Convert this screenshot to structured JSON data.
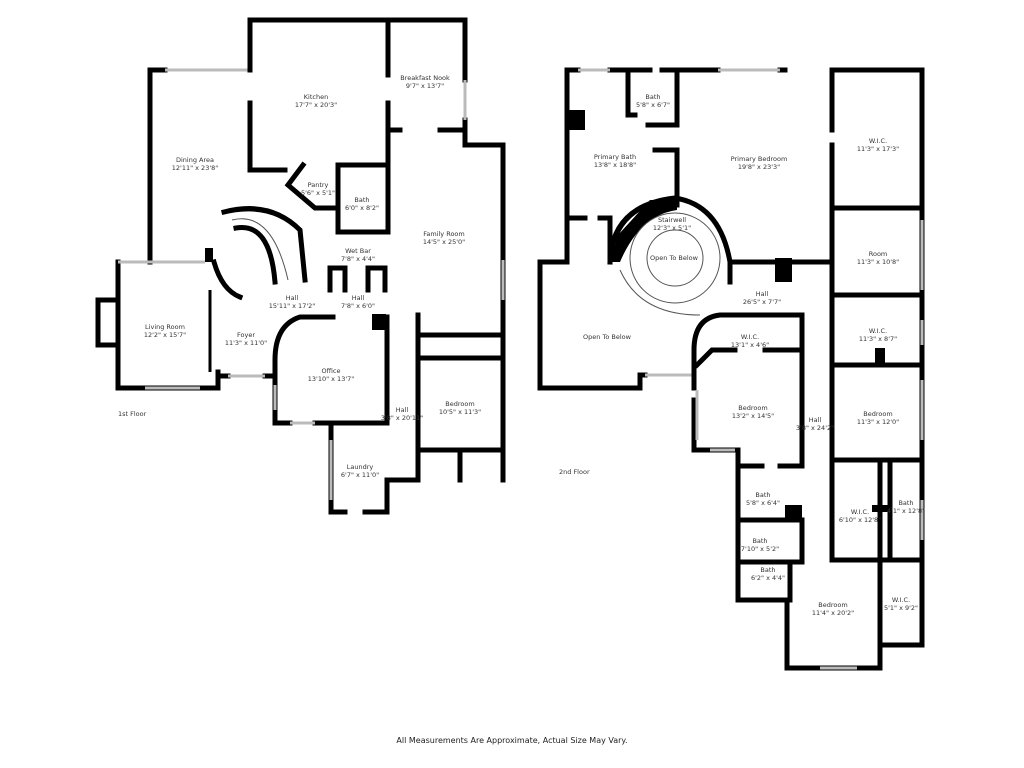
{
  "floors": [
    {
      "label": "1st Floor",
      "rooms": [
        {
          "name": "Kitchen",
          "size": "17'7\" x 20'3\""
        },
        {
          "name": "Breakfast Nook",
          "size": "9'7\" x 13'7\""
        },
        {
          "name": "Dining Area",
          "size": "12'11\" x 23'8\""
        },
        {
          "name": "Pantry",
          "size": "5'6\" x 5'1\""
        },
        {
          "name": "Bath",
          "size": "6'0\" x 8'2\""
        },
        {
          "name": "Family Room",
          "size": "14'5\" x 25'0\""
        },
        {
          "name": "Wet Bar",
          "size": "7'8\" x 4'4\""
        },
        {
          "name": "Hall",
          "size": "15'11\" x 17'2\""
        },
        {
          "name": "Hall",
          "size": "7'8\" x 6'0\""
        },
        {
          "name": "Living Room",
          "size": "12'2\" x 15'7\""
        },
        {
          "name": "Foyer",
          "size": "11'3\" x 11'0\""
        },
        {
          "name": "Office",
          "size": "13'10\" x 13'7\""
        },
        {
          "name": "Hall",
          "size": "3'8\" x 20'11\""
        },
        {
          "name": "Bedroom",
          "size": "10'5\" x 11'3\""
        },
        {
          "name": "Laundry",
          "size": "6'7\" x 11'0\""
        }
      ]
    },
    {
      "label": "2nd Floor",
      "rooms": [
        {
          "name": "Bath",
          "size": "5'8\" x 6'7\""
        },
        {
          "name": "Primary Bath",
          "size": "13'8\" x 18'8\""
        },
        {
          "name": "Primary Bedroom",
          "size": "19'8\" x 23'3\""
        },
        {
          "name": "W.I.C.",
          "size": "11'3\" x 17'3\""
        },
        {
          "name": "Stairwell",
          "size": "12'3\" x 5'1\""
        },
        {
          "name": "Open To Below",
          "size": ""
        },
        {
          "name": "Room",
          "size": "11'3\" x 10'8\""
        },
        {
          "name": "Hall",
          "size": "26'5\" x 7'7\""
        },
        {
          "name": "Open To Below",
          "size": ""
        },
        {
          "name": "W.I.C.",
          "size": "13'1\" x 4'6\""
        },
        {
          "name": "W.I.C.",
          "size": "11'3\" x 8'7\""
        },
        {
          "name": "Bedroom",
          "size": "13'2\" x 14'5\""
        },
        {
          "name": "Hall",
          "size": "3'8\" x 24'2\""
        },
        {
          "name": "Bedroom",
          "size": "11'3\" x 12'0\""
        },
        {
          "name": "Bath",
          "size": "5'8\" x 6'4\""
        },
        {
          "name": "W.I.C.",
          "size": "6'10\" x 12'8\""
        },
        {
          "name": "Bath",
          "size": "4'1\" x 12'8\""
        },
        {
          "name": "Bath",
          "size": "7'10\" x 5'2\""
        },
        {
          "name": "Bath",
          "size": "6'2\" x 4'4\""
        },
        {
          "name": "Bedroom",
          "size": "11'4\" x 20'2\""
        },
        {
          "name": "W.I.C.",
          "size": "5'1\" x 9'2\""
        }
      ]
    }
  ],
  "footer": "All Measurements Are Approximate, Actual Size May Vary."
}
